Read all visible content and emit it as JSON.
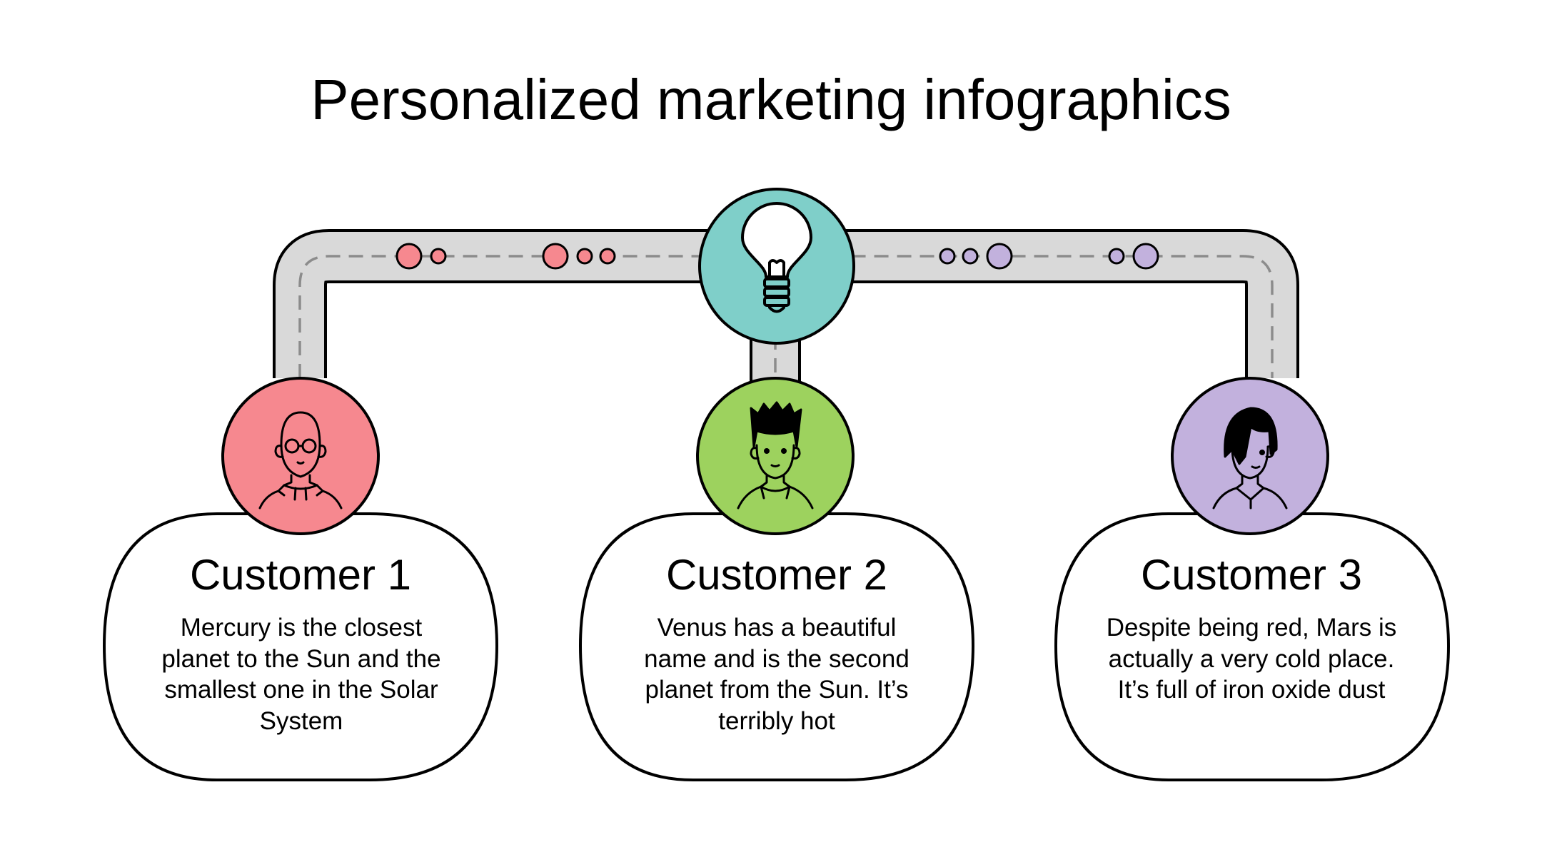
{
  "title": "Personalized marketing infographics",
  "colors": {
    "road_fill": "#d9d9d9",
    "road_dash": "#8c8c8c",
    "outline": "#000000",
    "hub": "#7fcfc9",
    "customer_1": "#f6888f",
    "customer_2": "#9dd25e",
    "customer_3": "#c2b1dd"
  },
  "hub": {
    "icon": "lightbulb-icon"
  },
  "customers": [
    {
      "title": "Customer 1",
      "text": "Mercury is the closest planet to the Sun and the smallest one in the Solar System",
      "icon": "bald-person-with-glasses-icon"
    },
    {
      "title": "Customer 2",
      "text": "Venus has a beautiful name and is the second planet from the Sun. It’s terribly hot",
      "icon": "spiky-hair-person-icon"
    },
    {
      "title": "Customer 3",
      "text": "Despite being red, Mars is actually a very cold place. It’s full of iron oxide dust",
      "icon": "long-hair-person-icon"
    }
  ]
}
